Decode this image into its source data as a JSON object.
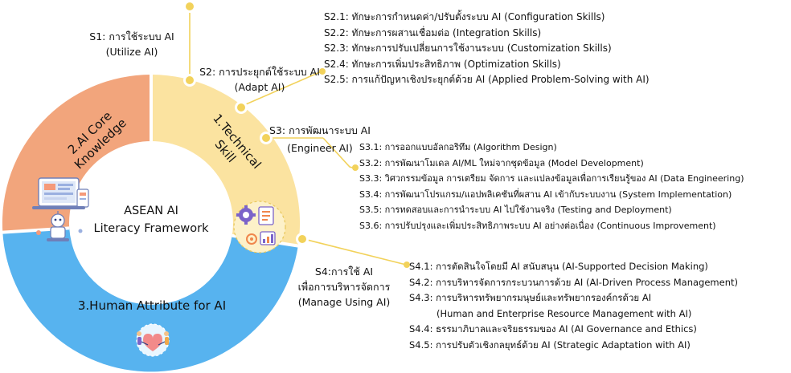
{
  "center": {
    "line1": "ASEAN AI",
    "line2": "Literacy Framework"
  },
  "segments": {
    "core_knowledge": {
      "line1": "2.AI Core",
      "line2": "Knowledge"
    },
    "technical_skill": {
      "line1": "1.Technical",
      "line2": "Skill"
    },
    "human_attribute": {
      "label": "3.Human Attribute for AI"
    }
  },
  "subcategories": {
    "s1": {
      "line1": "S1: การใช้ระบบ AI",
      "line2": "(Utilize AI)"
    },
    "s2": {
      "line1": "S2: การประยุกต์ใช้ระบบ AI",
      "line2": "(Adapt AI)"
    },
    "s3": {
      "line1": "S3: การพัฒนาระบบ AI",
      "line2": "(Engineer AI)"
    },
    "s4": {
      "line1": "S4:การใช้ AI",
      "line2": "เพื่อการบริหารจัดการ",
      "line3": "(Manage Using AI)"
    }
  },
  "s2_items": [
    "S2.1: ทักษะการกำหนดค่า/ปรับตั้งระบบ AI (Configuration Skills)",
    "S2.2: ทักษะการผสานเชื่อมต่อ (Integration Skills)",
    "S2.3: ทักษะการปรับเปลี่ยนการใช้งานระบบ (Customization Skills)",
    "S2.4: ทักษะการเพิ่มประสิทธิภาพ (Optimization Skills)",
    "S2.5: การแก้ปัญหาเชิงประยุกต์ด้วย AI (Applied Problem-Solving with AI)"
  ],
  "s3_items": [
    "S3.1: การออกแบบอัลกอริทึม (Algorithm Design)",
    "S3.2: การพัฒนาโมเดล AI/ML ใหม่จากชุดข้อมูล (Model Development)",
    "S3.3: วิศวกรรมข้อมูล การเตรียม จัดการ และแปลงข้อมูลเพื่อการเรียนรู้ของ AI (Data Engineering)",
    "S3.4: การพัฒนาโปรแกรม/แอปพลิเคชันที่ผสาน AI เข้ากับระบบงาน (System Implementation)",
    "S3.5: การทดสอบและการนำระบบ AI ไปใช้งานจริง (Testing and Deployment)",
    "S3.6: การปรับปรุงและเพิ่มประสิทธิภาพระบบ AI อย่างต่อเนื่อง (Continuous Improvement)"
  ],
  "s4_items": [
    "S4.1: การตัดสินใจโดยมี AI สนับสนุน (AI-Supported Decision Making)",
    "S4.2: การบริหารจัดการกระบวนการด้วย AI (AI-Driven Process Management)",
    "S4.3: การบริหารทรัพยากรมนุษย์และทรัพยากรองค์กรด้วย AI",
    "(Human and Enterprise Resource Management with AI)",
    "S4.4: ธรรมาภิบาลและจริยธรรมของ AI (AI Governance and Ethics)",
    "S4.5: การปรับตัวเชิงกลยุทธ์ด้วย AI (Strategic Adaptation with AI)"
  ],
  "colors": {
    "core": "#f2a57c",
    "technical": "#fbe3a0",
    "human": "#57b3ef",
    "connector": "#f2d25b",
    "center": "#ffffff"
  }
}
